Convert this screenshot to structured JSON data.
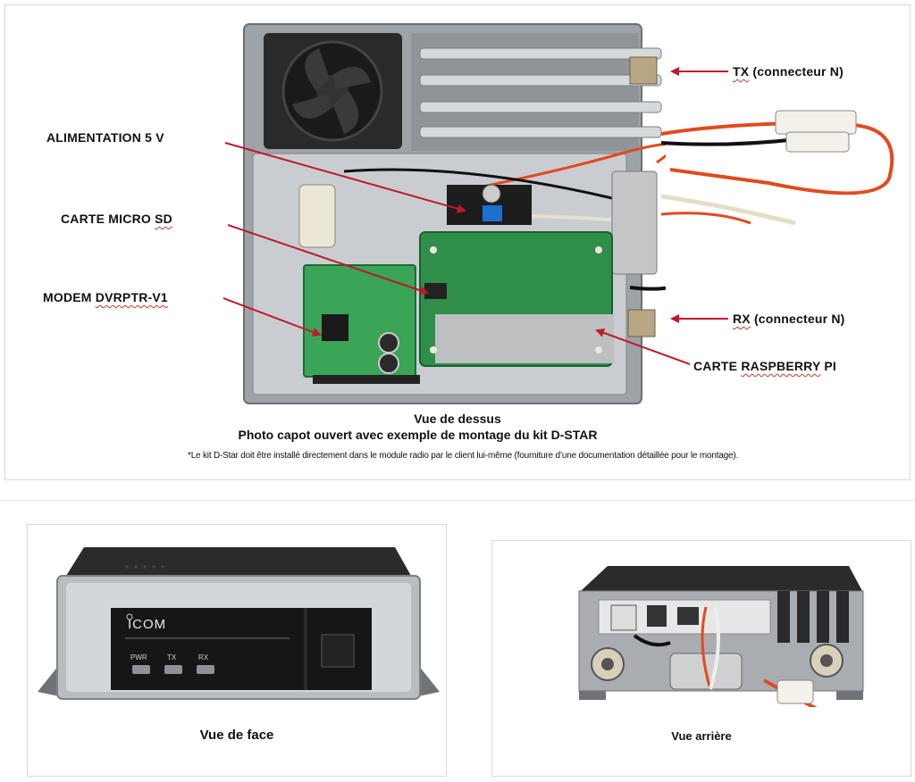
{
  "top": {
    "callouts": {
      "tx": {
        "prefix": "TX",
        "rest": " (connecteur N)"
      },
      "rx": {
        "prefix": "RX",
        "rest": " (connecteur N)"
      },
      "alim": "ALIMENTATION 5 V",
      "sd_a": "CARTE MICRO ",
      "sd_b": "SD",
      "modem_a": "MODEM ",
      "modem_b": "DVRPTR-V1",
      "rasp_a": "CARTE ",
      "rasp_b": "RASPBERRY",
      "rasp_c": " PI"
    },
    "caption_line1": "Vue de dessus",
    "caption_line2": "Photo capot ouvert avec exemple de montage du kit D-STAR",
    "footnote": "*Le kit D-Star doit être installé directement  dans le module radio par le client lui-même (fourniture d’une documentation détaillée pour le montage)."
  },
  "front": {
    "brand": "ICOM",
    "leds": [
      "PWR",
      "TX",
      "RX"
    ],
    "caption": "Vue de face"
  },
  "rear": {
    "caption": "Vue arrière"
  },
  "colors": {
    "arrow": "#c0182a",
    "pcb": "#2f8f4a",
    "chassis": "#a9adb1",
    "panel_dark": "#161616"
  }
}
